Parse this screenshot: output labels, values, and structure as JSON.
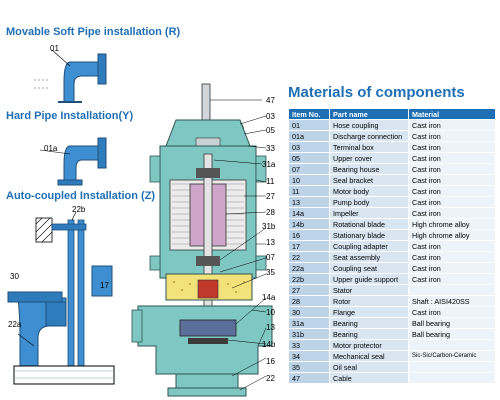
{
  "sections": {
    "movable": "Movable Soft Pipe installation (R)",
    "hard": "Hard Pipe  Installation(Y)",
    "auto": "Auto-coupled Installation (Z)"
  },
  "left_labels": {
    "l01": "01",
    "l01a": "01a",
    "l22b": "22b",
    "l30": "30",
    "l17": "17",
    "l22a": "22a"
  },
  "pump_labels": {
    "p47": "47",
    "p03": "03",
    "p05": "05",
    "p33": "33",
    "p31a": "31a",
    "p11": "11",
    "p27": "27",
    "p28": "28",
    "p31b": "31b",
    "p13": "13",
    "p07": "07",
    "p35": "35",
    "p14a": "14a",
    "p10": "10",
    "p13b": "13",
    "p14b": "14b",
    "p16": "16",
    "p22": "22"
  },
  "materials": {
    "title": "Materials of components",
    "headers": [
      "Item No.",
      "Part name",
      "Material"
    ],
    "rows": [
      [
        "01",
        "Hose coupling",
        "Cast iron"
      ],
      [
        "01a",
        "Discharge connection",
        "Cast iron"
      ],
      [
        "03",
        "Terminal box",
        "Cast iron"
      ],
      [
        "05",
        "Upper cover",
        "Cast iron"
      ],
      [
        "07",
        "Bearing house",
        "Cast iron"
      ],
      [
        "10",
        "Seal bracket",
        "Cast iron"
      ],
      [
        "11",
        "Motor body",
        "Cast iron"
      ],
      [
        "13",
        "Pump body",
        "Cast iron"
      ],
      [
        "14a",
        "Impeller",
        "Cast iron"
      ],
      [
        "14b",
        "Rotational blade",
        "High chrome alloy"
      ],
      [
        "16",
        "Stationary blade",
        "High chrome alloy"
      ],
      [
        "17",
        "Coupling adapter",
        "Cast iron"
      ],
      [
        "22",
        "Seat assembly",
        "Cast iron"
      ],
      [
        "22a",
        "Coupling seat",
        "Cast iron"
      ],
      [
        "22b",
        "Upper guide support",
        "Cast iron"
      ],
      [
        "27",
        "Stator",
        ""
      ],
      [
        "28",
        "Rotor",
        "Shaft : AISI420SS"
      ],
      [
        "30",
        "Flange",
        "Cast iron"
      ],
      [
        "31a",
        "Bearing",
        "Ball bearing"
      ],
      [
        "31b",
        "Bearing",
        "Ball bearing"
      ],
      [
        "33",
        "Motor protector",
        ""
      ],
      [
        "34",
        "Mechanical seal",
        "Sic-Sic/Carbon-Ceramic"
      ],
      [
        "35",
        "Oil seal",
        ""
      ],
      [
        "47",
        "Cable",
        ""
      ]
    ]
  },
  "colors": {
    "accent_blue": "#1f6fb6",
    "pump_teal": "#7fc7c3",
    "pipe_blue": "#3d8fd1",
    "oil_yellow": "#f3e27a"
  }
}
